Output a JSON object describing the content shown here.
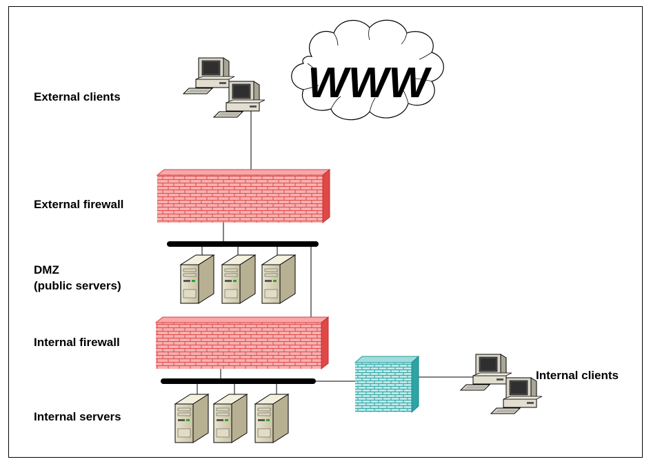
{
  "labels": {
    "external_clients": "External clients",
    "external_firewall": "External firewall",
    "dmz": "DMZ",
    "dmz_sub": "(public servers)",
    "internal_firewall": "Internal firewall",
    "internal_servers": "Internal servers",
    "internal_clients": "Internal clients"
  },
  "cloud": {
    "text": "WWW"
  },
  "colors": {
    "external_firewall": "#f05a5a",
    "internal_firewall": "#f05a5a",
    "side_firewall": "#4db8b8",
    "network_bus": "#000000"
  },
  "icons": {
    "client": "desktop-computer-icon",
    "server": "tower-server-icon",
    "firewall": "brick-wall-icon",
    "internet": "cloud-icon"
  }
}
